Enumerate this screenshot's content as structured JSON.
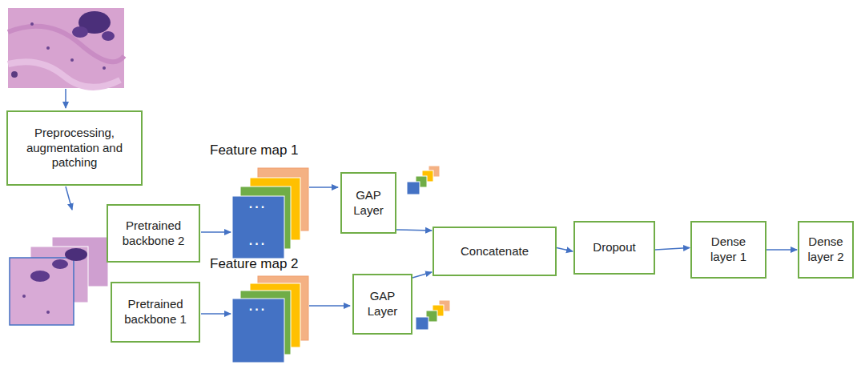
{
  "diagram": {
    "nodes": [
      {
        "text": [
          "Preprocessing, augmentation and patching"
        ]
      },
      {
        "text": [
          "Pretrained backbone 2"
        ]
      },
      {
        "text": [
          "Pretrained backbone 1"
        ]
      },
      {
        "text": [
          "GAP Layer"
        ]
      },
      {
        "text": [
          "GAP Layer"
        ]
      },
      {
        "text": [
          "Concatenate"
        ]
      },
      {
        "text": [
          "Dropout"
        ]
      },
      {
        "text": [
          "Dense layer 1"
        ]
      },
      {
        "text": [
          "Dense layer 2"
        ]
      }
    ],
    "edges": [
      {
        "from": 3,
        "to": 5,
        "arrow": "to"
      },
      {
        "from": 4,
        "to": 5,
        "arrow": "to"
      },
      {
        "from": 5,
        "to": 6,
        "arrow": "to"
      },
      {
        "from": 6,
        "to": 7,
        "arrow": "to"
      },
      {
        "from": 7,
        "to": 8,
        "arrow": "to"
      }
    ],
    "labels": [
      "Feature map 1",
      "...",
      "...",
      "Feature map 2",
      "..."
    ]
  }
}
